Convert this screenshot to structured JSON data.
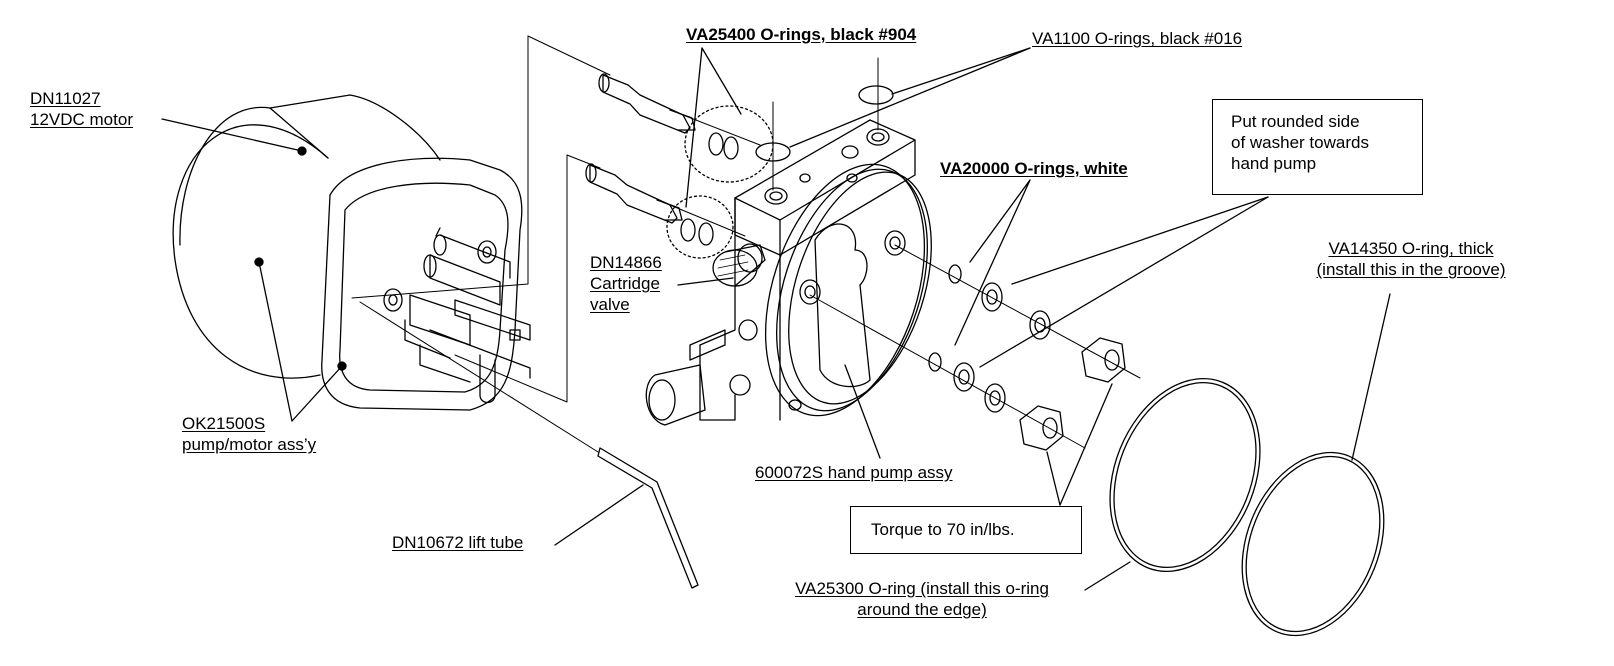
{
  "labels": {
    "motor": [
      "DN11027",
      "12VDC motor"
    ],
    "pump_motor_assy": [
      "OK21500S",
      "pump/motor ass’y"
    ],
    "cartridge_valve": [
      "DN14866",
      "Cartridge",
      "valve"
    ],
    "lift_tube": "DN10672 lift tube",
    "oring_va25400": "VA25400 O-rings, black #904",
    "oring_va1100": "VA1100 O-rings, black #016",
    "oring_va20000": "VA20000 O-rings, white",
    "hand_pump_assy": "600072S hand pump assy",
    "oring_va14350": [
      "VA14350 O-ring, thick",
      "(install this in the groove)"
    ],
    "oring_va25300": [
      "VA25300 O-ring (install this o-ring",
      "around the edge)"
    ]
  },
  "notes": {
    "washer_note": [
      "Put rounded side",
      "of washer towards",
      "hand pump"
    ],
    "torque_note": "Torque to 70 in/lbs."
  }
}
